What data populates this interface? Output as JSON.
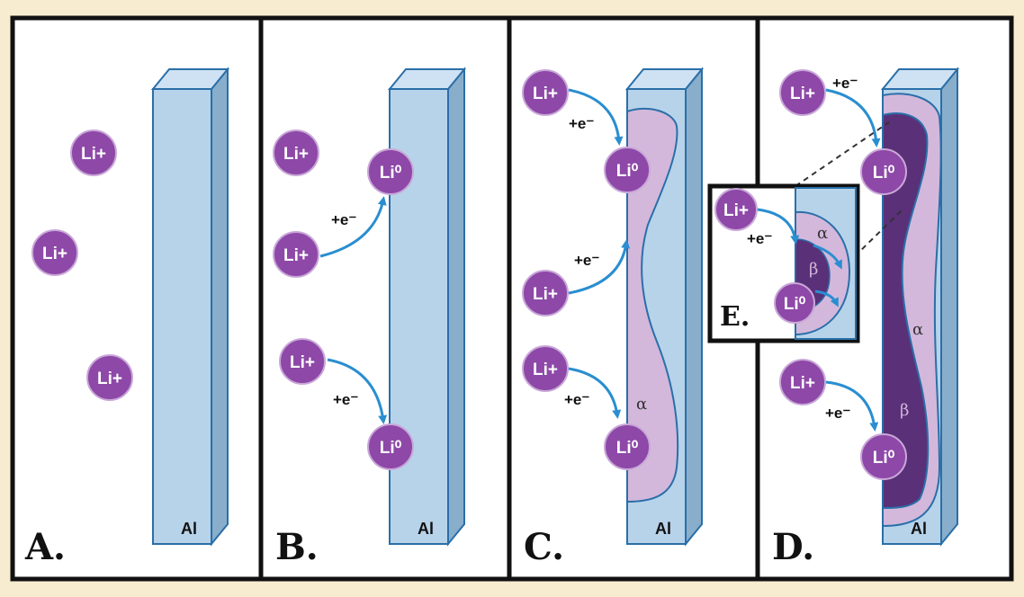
{
  "figure": {
    "panels": [
      {
        "id": "A",
        "label": "A."
      },
      {
        "id": "B",
        "label": "B."
      },
      {
        "id": "C",
        "label": "C."
      },
      {
        "id": "D",
        "label": "D."
      }
    ],
    "inset_label": "E.",
    "electrode_label": "Al",
    "ion_label": "Li+",
    "atom_label": "Li⁰",
    "electron_label": "+e⁻",
    "phase_alpha": "α",
    "phase_beta": "β",
    "colors": {
      "background": "#f8ecd0",
      "electrode_front": "#b7d3ea",
      "electrode_side": "#89aecb",
      "electrode_top": "#cfe2f3",
      "electrode_stroke": "#2a6fa8",
      "ion": "#8e48a8",
      "alpha_phase": "#d3b8dc",
      "beta_phase": "#5a3078",
      "arrow": "#2a8ed0"
    }
  }
}
